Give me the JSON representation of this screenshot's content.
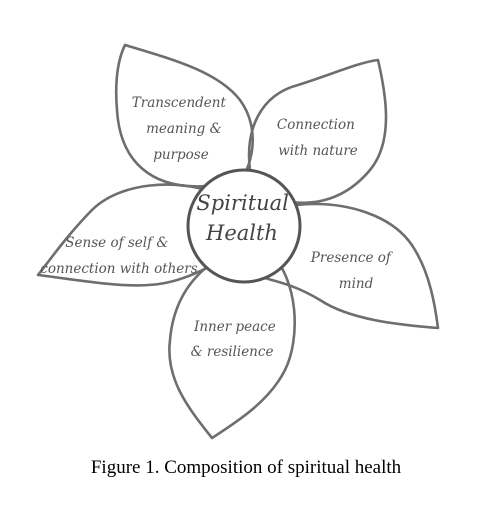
{
  "diagram": {
    "center": {
      "lines": [
        "Spiritual",
        "Health"
      ]
    },
    "petals": [
      {
        "lines": [
          "Transcendent",
          "meaning &",
          "purpose"
        ]
      },
      {
        "lines": [
          "Connection",
          "with nature"
        ]
      },
      {
        "lines": [
          "Presence of",
          "mind"
        ]
      },
      {
        "lines": [
          "Inner peace",
          "& resilience"
        ]
      },
      {
        "lines": [
          "Sense of self &",
          "connection with others"
        ]
      }
    ]
  },
  "caption": "Figure 1. Composition of spiritual health",
  "colors": {
    "stroke": "#6e6e6e",
    "text": "#555555",
    "background": "#ffffff"
  }
}
